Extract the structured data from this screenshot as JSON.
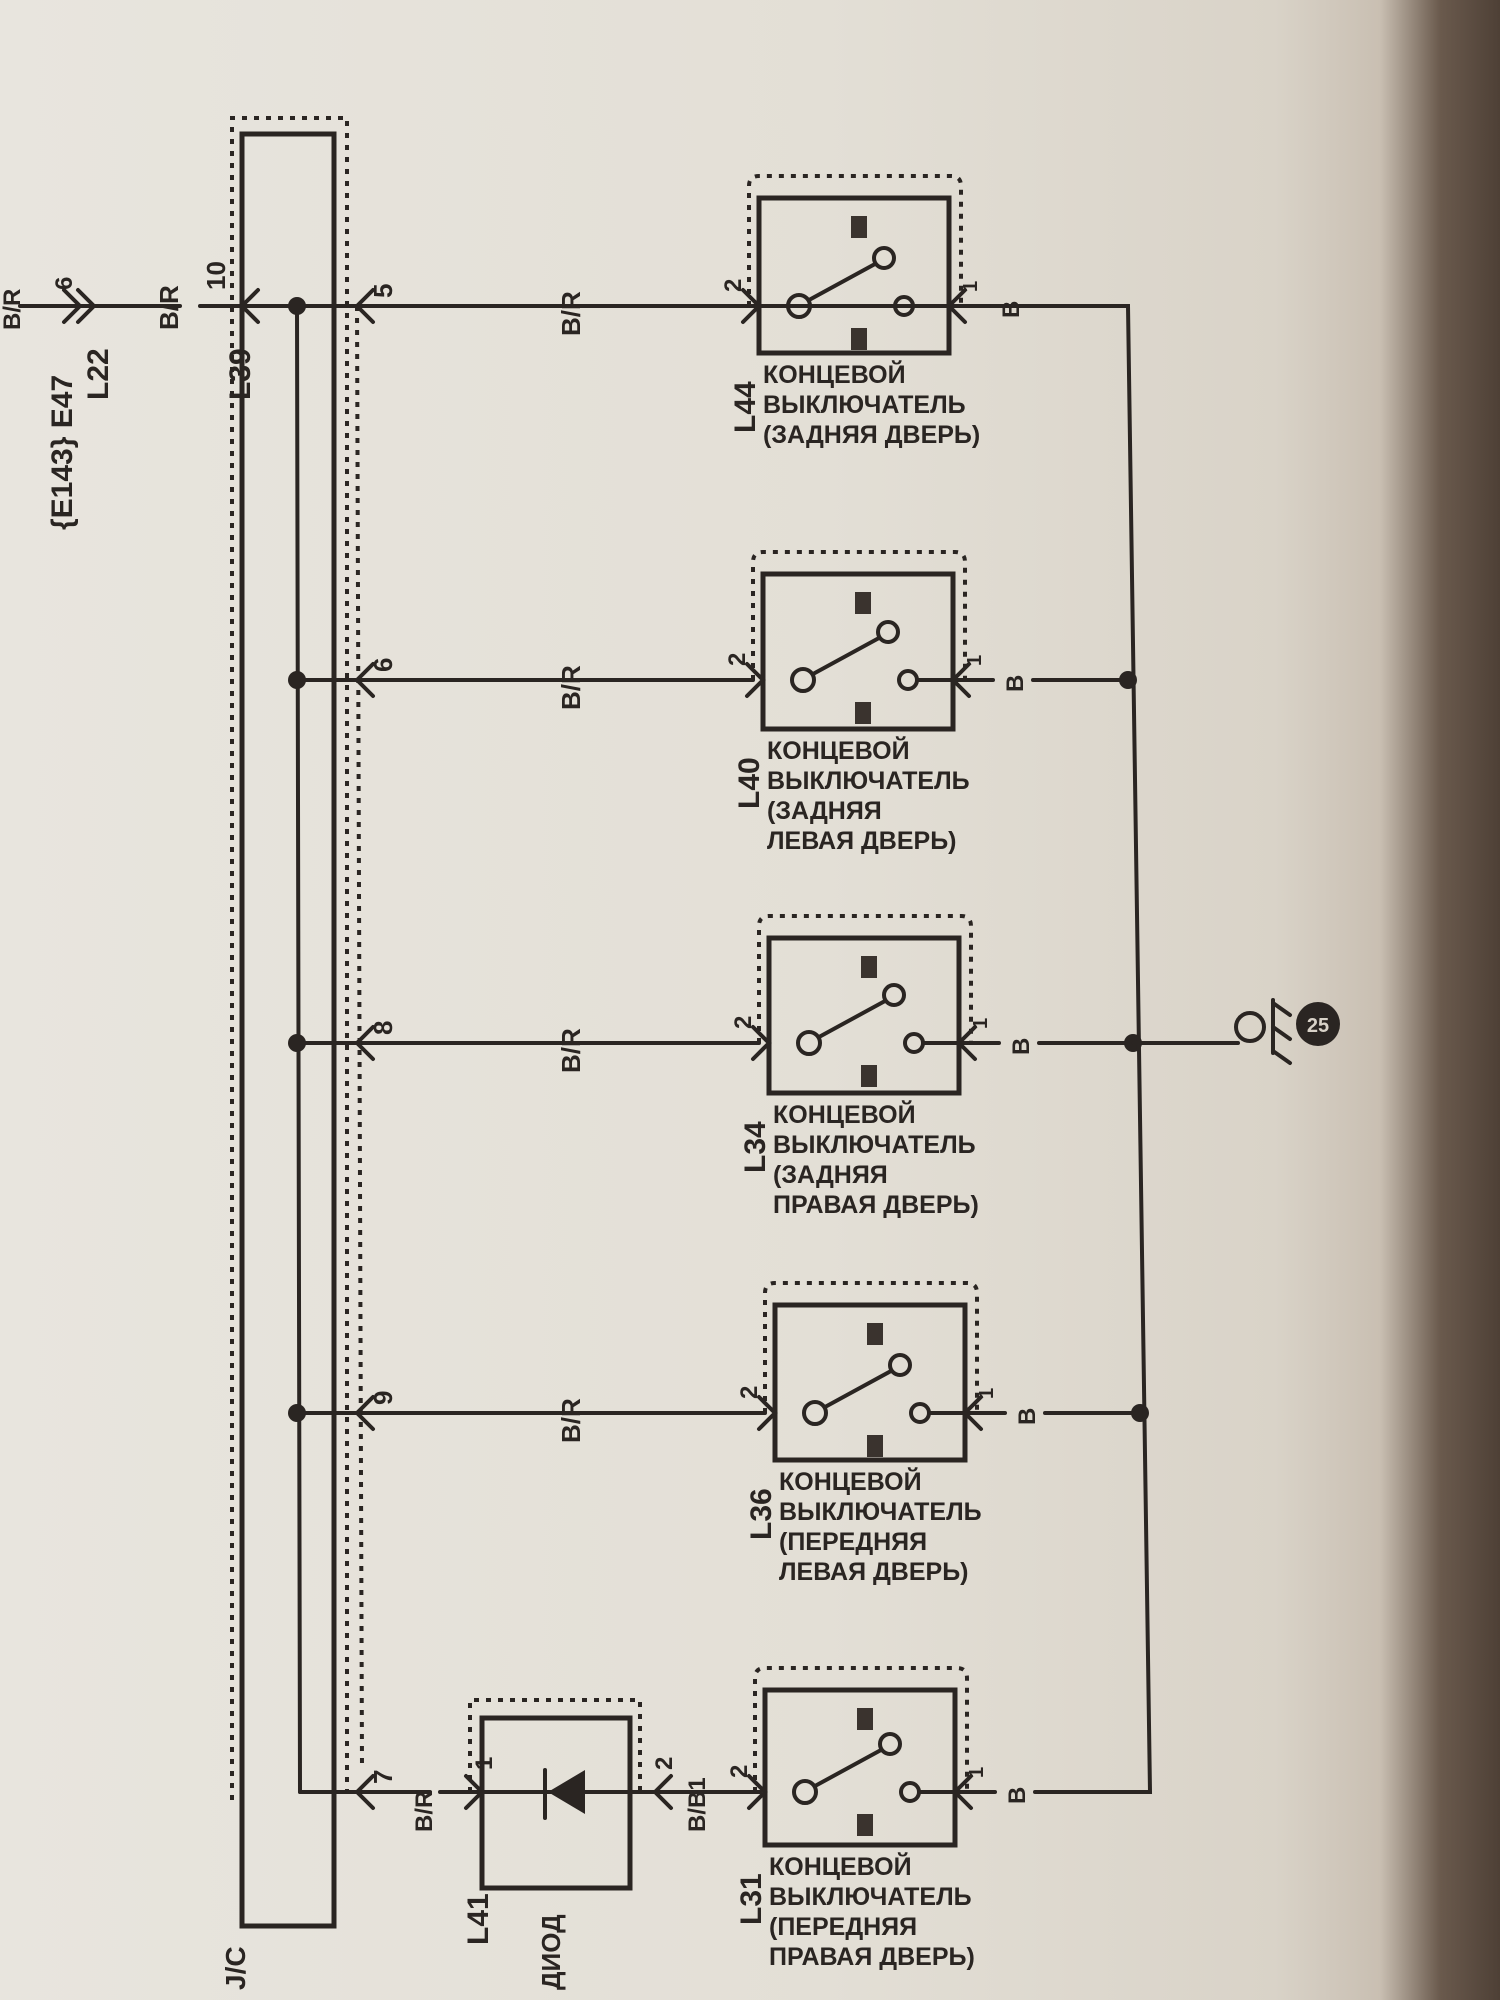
{
  "junction_block": {
    "label": "J/C",
    "input_pin": "10",
    "connector": "L39"
  },
  "feed": {
    "connectors": "{E143} E47",
    "connector2": "L22",
    "pin": "6",
    "wire_in": "B/R",
    "wire_out": "B/R"
  },
  "switches": [
    {
      "id": "L44",
      "jc_pin": "5",
      "wire": "B/R",
      "pin_in": "2",
      "pin_out": "1",
      "ground_wire": "B",
      "lines": [
        "КОНЦЕВОЙ",
        "ВЫКЛЮЧАТЕЛЬ",
        "(ЗАДНЯЯ ДВЕРЬ)"
      ]
    },
    {
      "id": "L40",
      "jc_pin": "6",
      "wire": "B/R",
      "pin_in": "2",
      "pin_out": "1",
      "ground_wire": "B",
      "lines": [
        "КОНЦЕВОЙ",
        "ВЫКЛЮЧАТЕЛЬ",
        "(ЗАДНЯЯ",
        "ЛЕВАЯ ДВЕРЬ)"
      ]
    },
    {
      "id": "L34",
      "jc_pin": "8",
      "wire": "B/R",
      "pin_in": "2",
      "pin_out": "1",
      "ground_wire": "B",
      "lines": [
        "КОНЦЕВОЙ",
        "ВЫКЛЮЧАТЕЛЬ",
        "(ЗАДНЯЯ",
        "ПРАВАЯ ДВЕРЬ)"
      ]
    },
    {
      "id": "L36",
      "jc_pin": "9",
      "wire": "B/R",
      "pin_in": "2",
      "pin_out": "1",
      "ground_wire": "B",
      "lines": [
        "КОНЦЕВОЙ",
        "ВЫКЛЮЧАТЕЛЬ",
        "(ПЕРЕДНЯЯ",
        "ЛЕВАЯ ДВЕРЬ)"
      ]
    },
    {
      "id": "L31",
      "jc_pin": "7",
      "wire": "B/B1",
      "pin_in": "2",
      "pin_out": "1",
      "ground_wire": "B",
      "lines": [
        "КОНЦЕВОЙ",
        "ВЫКЛЮЧАТЕЛЬ",
        "(ПЕРЕДНЯЯ",
        "ПРАВАЯ ДВЕРЬ)"
      ]
    }
  ],
  "diode": {
    "id": "L41",
    "label": "ДИОД",
    "pin_in": "1",
    "pin_out": "2",
    "wire_in": "B/R",
    "wire_out": "B/B1"
  },
  "ground": {
    "icon": "ground-icon",
    "number": "25"
  },
  "colors": {
    "ink": "#2a2522",
    "paper": "#e6e2da"
  }
}
